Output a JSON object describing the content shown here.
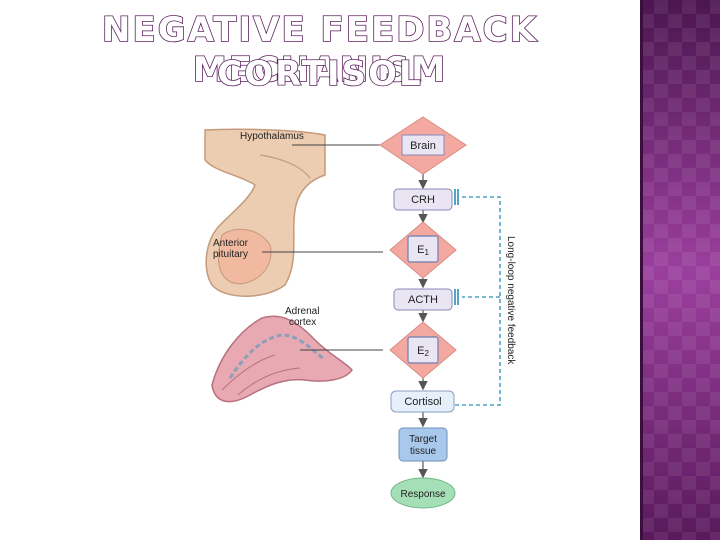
{
  "slide": {
    "title_line1": "NEGATIVE FEEDBACK MECHANISM",
    "title_line2": "CORTISOL"
  },
  "diagram": {
    "anatomy_labels": {
      "hypothalamus": "Hypothalamus",
      "anterior_pituitary_1": "Anterior",
      "anterior_pituitary_2": "pituitary",
      "adrenal_cortex_1": "Adrenal",
      "adrenal_cortex_2": "cortex"
    },
    "nodes": {
      "brain": "Brain",
      "crh": "CRH",
      "e1_base": "E",
      "e1_sub": "1",
      "acth": "ACTH",
      "e2_base": "E",
      "e2_sub": "2",
      "cortisol": "Cortisol",
      "target_1": "Target",
      "target_2": "tissue",
      "response": "Response"
    },
    "feedback_label": "Long-loop negative feedback"
  },
  "colors": {
    "diamond": "#f4a9a0",
    "box_fill": "#e9e5f3",
    "box_stroke": "#8a88b8",
    "cortisol_fill": "#e6f0fb",
    "target_fill": "#a9c9ec",
    "response_fill": "#a5dfb8",
    "feedback_line": "#2a8fb5",
    "anatomy_brain": "#eccdb1",
    "anatomy_outline": "#c49a7c",
    "adrenal": "#e9a9b3"
  }
}
